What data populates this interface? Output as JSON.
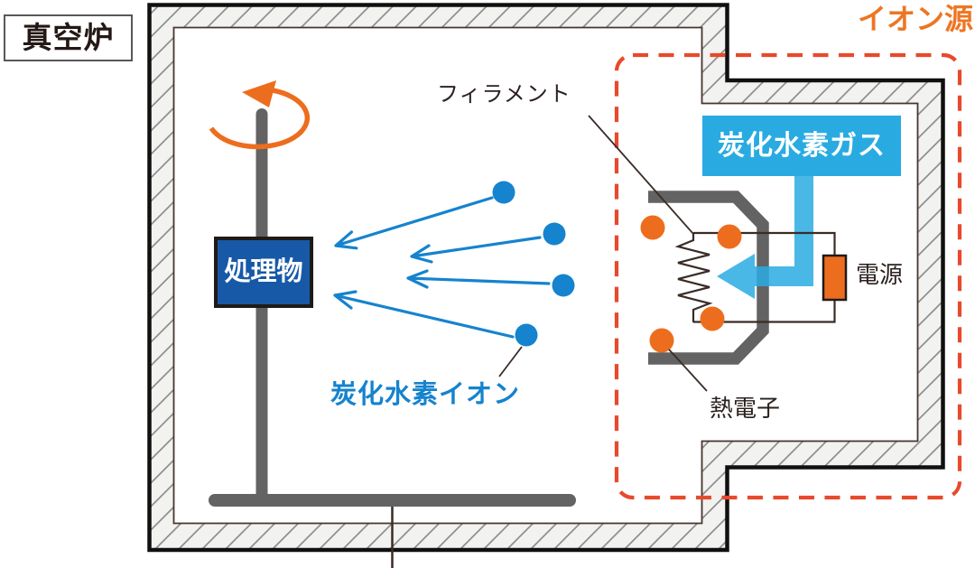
{
  "labels": {
    "vacuum_furnace": "真空炉",
    "ion_source": "イオン源",
    "filament": "フィラメント",
    "hydrocarbon_gas": "炭化水素ガス",
    "power_supply": "電源",
    "workpiece": "処理物",
    "hydrocarbon_ion": "炭化水素イオン",
    "thermal_electron": "熱電子"
  },
  "counts": {
    "ion_particles": 4,
    "thermal_electron_particles": 4,
    "ion_arrows": 4
  },
  "colors": {
    "orange": "#ED6D1E",
    "orange_text": "#EE7523",
    "dash_red": "#E8492C",
    "blue": "#1583CE",
    "deep_blue": "#1759A7",
    "cyan": "#29ABE2",
    "metal_gray": "#636363",
    "wall_fill": "#F2F2F0",
    "hatch_line": "#8F8F8F",
    "ink": "#2B211E",
    "wire": "#3A2C27"
  }
}
